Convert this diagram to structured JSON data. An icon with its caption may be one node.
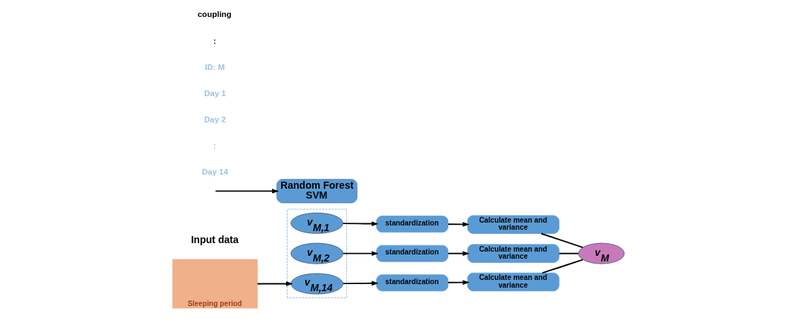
{
  "diagram": {
    "nodes": [
      {
        "text": [],
        "shape": "box"
      },
      {
        "text": [
          "v$_{M,1}$"
        ],
        "in": 0
      },
      {
        "text": [
          "v$_{M,2}$"
        ],
        "in": 0
      },
      {
        "text": [
          "v$_{M,14}$"
        ],
        "in": 0
      },
      {
        "text": [
          "standardization"
        ]
      },
      {
        "text": [
          "Calculate mean and variance"
        ]
      },
      {
        "text": [
          "standardization"
        ]
      },
      {
        "text": [
          "Calculate mean and variance"
        ]
      },
      {
        "text": [
          "standardization"
        ]
      },
      {
        "text": [
          "Calculate mean and variance"
        ]
      },
      {
        "text": [
          "v$_{M}$"
        ]
      },
      {
        "text": [
          "Sleeping period"
        ],
        "beside": [
          "Input data"
        ]
      },
      {
        "text": [
          "Random Forest SVM"
        ]
      }
    ],
    "edges": [
      {
        "from": 1,
        "to": 4,
        "arrow": "to"
      },
      {
        "from": 4,
        "to": 5,
        "arrow": "to"
      },
      {
        "from": 2,
        "to": 6,
        "arrow": "to"
      },
      {
        "from": 6,
        "to": 7,
        "arrow": "to"
      },
      {
        "from": 3,
        "to": 8,
        "arrow": "to"
      },
      {
        "from": 8,
        "to": 9,
        "arrow": "to"
      },
      {
        "from": 5,
        "to": 10,
        "arrow": "none"
      },
      {
        "from": 7,
        "to": 10,
        "arrow": "none"
      },
      {
        "from": 9,
        "to": 10,
        "arrow": "none"
      },
      {
        "from": 11,
        "to": 3,
        "arrow": "to"
      },
      {
        "from": null,
        "to": 12,
        "arrow": "to"
      }
    ],
    "labels": [
      "ID: M",
      "Day 1",
      "Day 2",
      ":",
      "Day 14",
      ":",
      "coupling"
    ]
  }
}
